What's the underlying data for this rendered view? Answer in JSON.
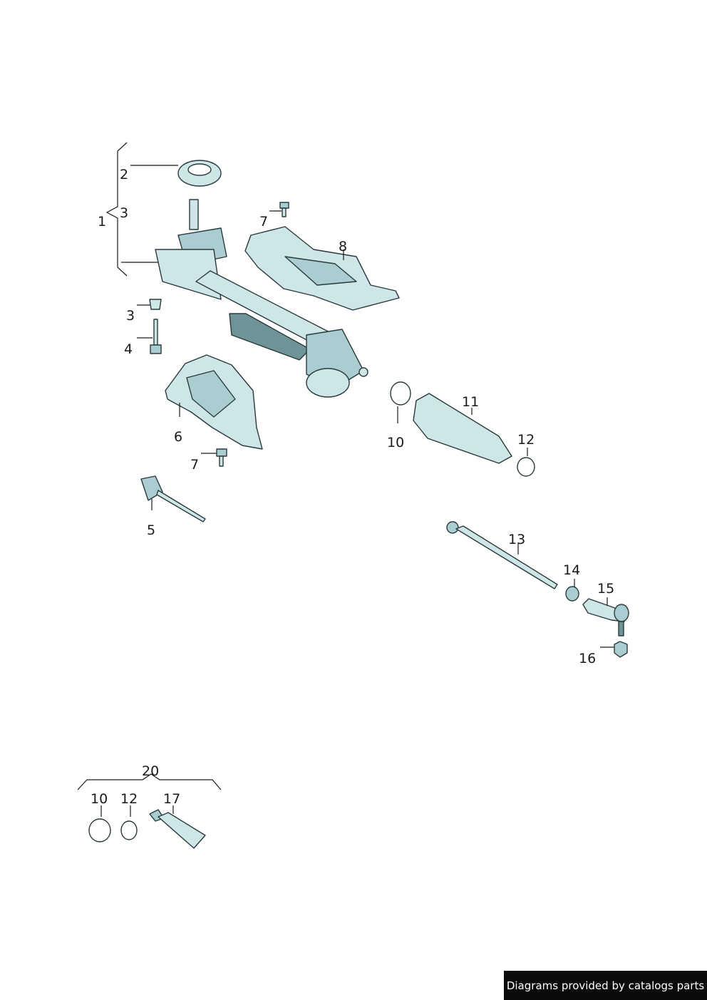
{
  "callouts": {
    "c1": "1",
    "c2": "2",
    "c3a": "3",
    "c3b": "3",
    "c4": "4",
    "c5": "5",
    "c6": "6",
    "c7a": "7",
    "c7b": "7",
    "c8": "8",
    "c10a": "10",
    "c10b": "10",
    "c11": "11",
    "c12a": "12",
    "c12b": "12",
    "c13": "13",
    "c14": "14",
    "c15": "15",
    "c16": "16",
    "c17": "17",
    "c20": "20"
  },
  "footer": {
    "text": "Diagrams provided by catalogs parts"
  }
}
